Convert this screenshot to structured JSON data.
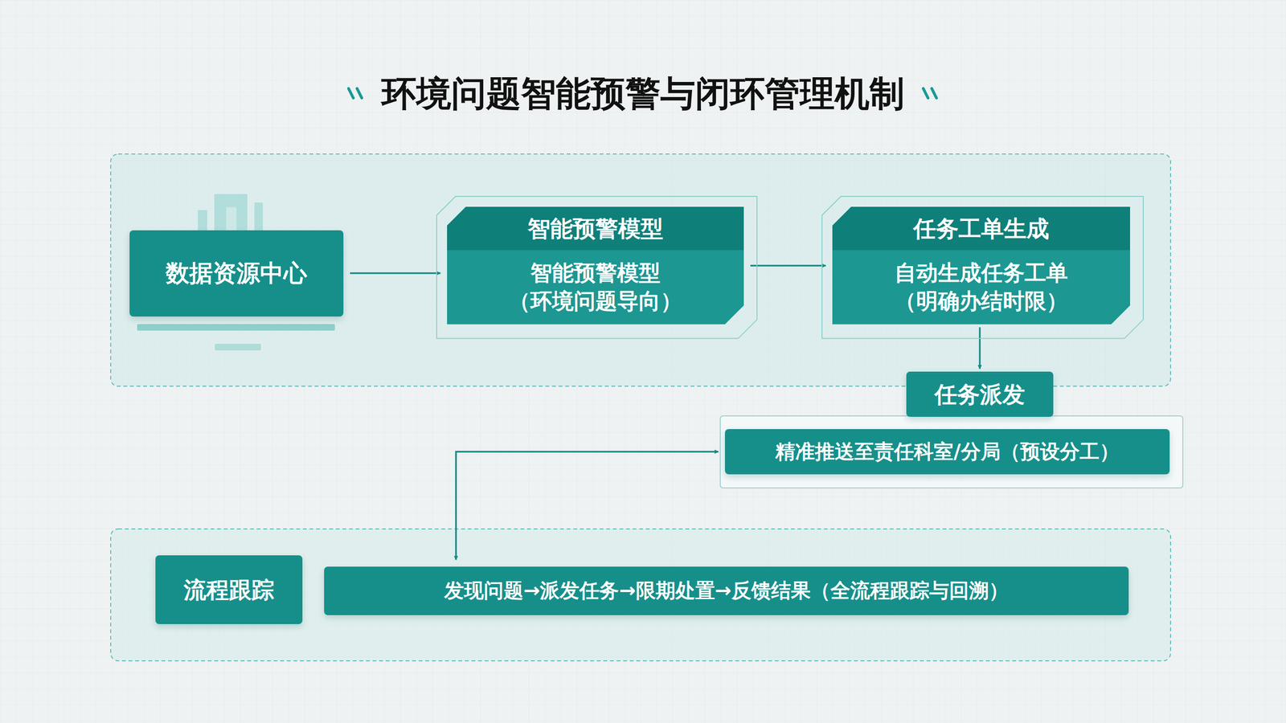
{
  "diagram": {
    "title": "环境问题智能预警与闭环管理机制",
    "nodes": [
      {
        "text": [
          "数据资源中心"
        ]
      },
      {
        "text": [
          "智能预警模型",
          "智能预警模型 （环境问题导向）"
        ]
      },
      {
        "text": [
          "任务工单生成",
          "自动生成任务工单 （明确办结时限）"
        ]
      },
      {
        "text": [
          "任务派发"
        ]
      },
      {
        "text": [
          "精准推送至责任科室/分局（预设分工）"
        ]
      },
      {
        "text": [
          "流程跟踪"
        ]
      },
      {
        "text": [
          "发现问题→派发任务→限期处置→反馈结果（全流程跟踪与回溯）"
        ]
      }
    ],
    "edges": [
      {
        "from": 0,
        "to": 1,
        "arrow": "to"
      },
      {
        "from": 1,
        "to": 2,
        "arrow": "to"
      },
      {
        "from": 2,
        "to": 3,
        "arrow": "to"
      },
      {
        "from": 4,
        "to": 6,
        "arrow": "both"
      }
    ]
  }
}
